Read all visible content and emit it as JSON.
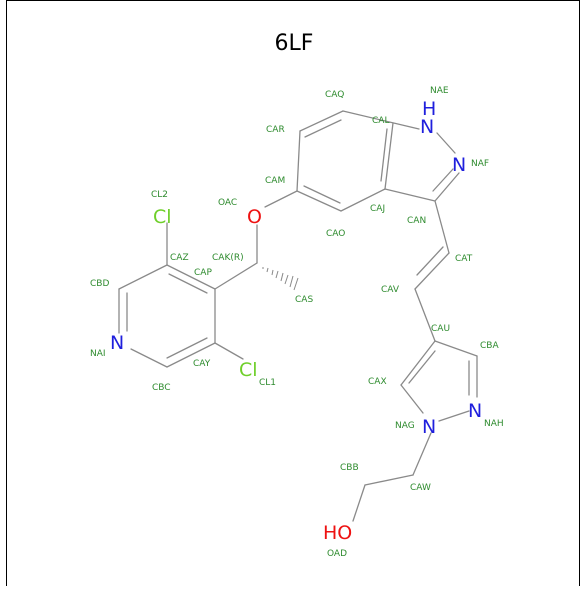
{
  "title": "6LF",
  "colors": {
    "bond": "#8a8a8a",
    "label": "#2e8b2e",
    "N": "#1f1fdd",
    "O": "#ee1111",
    "Cl": "#6fcf2a"
  },
  "hetero_atoms": {
    "nai": "N",
    "nae_n": "N",
    "nae_h": "H",
    "naf": "N",
    "oac": "O",
    "cl2": "Cl",
    "cl1": "Cl",
    "nag": "N",
    "nah": "N",
    "oad": "HO"
  },
  "atom_labels": {
    "CAQ": "CAQ",
    "NAE": "NAE",
    "CAR": "CAR",
    "CAL": "CAL",
    "NAF": "NAF",
    "CL2": "CL2",
    "OAC": "OAC",
    "CAM": "CAM",
    "CAJ": "CAJ",
    "CAN": "CAN",
    "CAZ": "CAZ",
    "CAKR": "CAK(R)",
    "CAO": "CAO",
    "CAT": "CAT",
    "CBD": "CBD",
    "CAP": "CAP",
    "CAV": "CAV",
    "CAS": "CAS",
    "CAU": "CAU",
    "NAI": "NAI",
    "CAY": "CAY",
    "CBA": "CBA",
    "CL1": "CL1",
    "CBC": "CBC",
    "CAX": "CAX",
    "NAG": "NAG",
    "NAH": "NAH",
    "CBB": "CBB",
    "CAW": "CAW",
    "OAD": "OAD"
  }
}
